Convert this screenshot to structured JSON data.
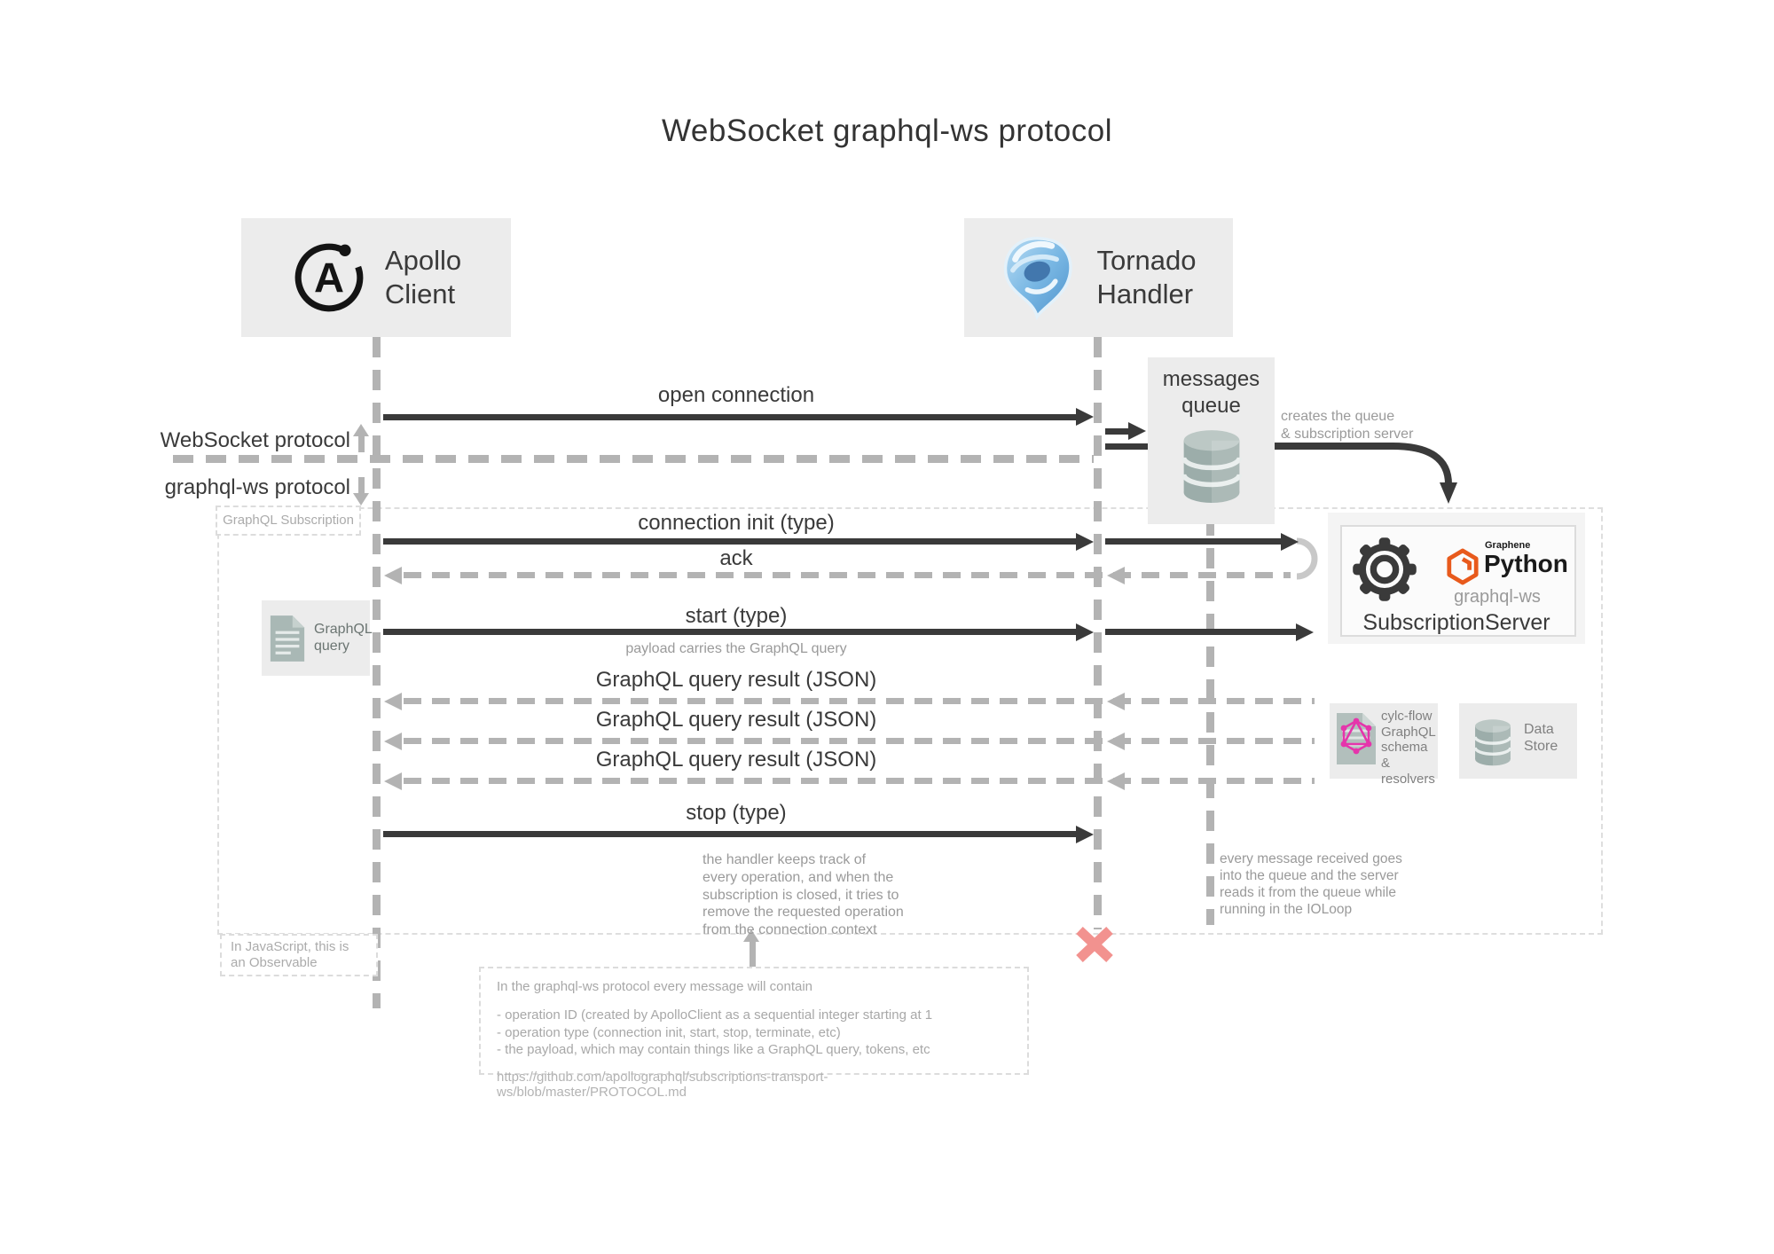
{
  "title": "WebSocket graphql-ws protocol",
  "colors": {
    "dark": "#3a3a3a",
    "gray_dash": "#b3b3b3",
    "box_bg": "#ececec",
    "note_gray": "#9a9a9a",
    "red_x": "#f2928f",
    "graphql_pink": "#e535ab",
    "graphene_orange": "#e85a1c",
    "tornado_blue": "#6aaede"
  },
  "actors": {
    "apollo": {
      "name": "Apollo\nClient"
    },
    "tornado": {
      "name": "Tornado\nHandler"
    }
  },
  "protocol_bands": {
    "websocket": "WebSocket protocol",
    "graphql_ws": "graphql-ws protocol"
  },
  "queue_box": {
    "label": "messages\nqueue",
    "note": "creates the queue\n& subscription server"
  },
  "subscription_region": {
    "label": "GraphQL Subscription",
    "observable_note": "In JavaScript, this is\nan Observable"
  },
  "flows": {
    "open_connection": "open connection",
    "connection_init": "connection init (type)",
    "ack": "ack",
    "start": "start (type)",
    "start_note": "payload carries the GraphQL query",
    "results": [
      "GraphQL query result (JSON)",
      "GraphQL query result (JSON)",
      "GraphQL query result (JSON)"
    ],
    "stop": "stop (type)",
    "stop_note": "the handler keeps track of\nevery operation, and when the\nsubscription is closed, it tries to\nremove the requested operation\nfrom the connection context",
    "ioloop_note": "every message received goes\ninto the queue and the server\nreads it from the queue while\nrunning in the IOLoop"
  },
  "graphql_query_box": {
    "label": "GraphQL\nquery"
  },
  "subscription_server": {
    "graphene": "Graphene",
    "python": "Python",
    "lib": "graphql-ws",
    "name": "SubscriptionServer"
  },
  "schema_box": {
    "label": "cylc-flow\nGraphQL\nschema &\nresolvers"
  },
  "datastore_box": {
    "label": "Data\nStore"
  },
  "protocol_note": {
    "intro": "In the graphql-ws protocol every message will contain",
    "items": [
      "- operation ID (created by ApolloClient as a sequential integer starting at 1",
      "- operation type (connection init, start, stop, terminate, etc)",
      "- the payload, which may contain things like a GraphQL query, tokens, etc"
    ],
    "link": "https://github.com/apollographql/subscriptions-transport-ws/blob/master/PROTOCOL.md"
  }
}
